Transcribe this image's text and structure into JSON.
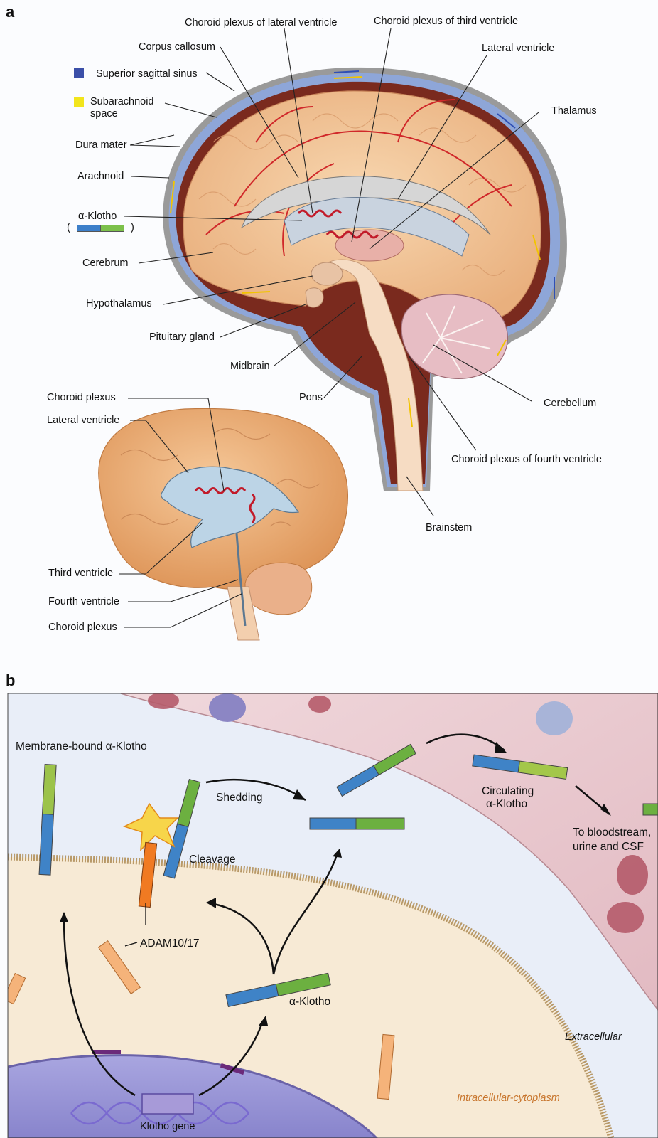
{
  "panel_a": {
    "letter": "a",
    "labels": {
      "choroid_lateral": "Choroid plexus of lateral ventricle",
      "choroid_third": "Choroid plexus of third ventricle",
      "corpus_callosum": "Corpus callosum",
      "lateral_ventricle": "Lateral ventricle",
      "superior_sagittal_sinus": "Superior sagittal sinus",
      "subarachnoid_1": "Subarachnoid",
      "subarachnoid_2": "space",
      "thalamus": "Thalamus",
      "dura_mater": "Dura mater",
      "arachnoid": "Arachnoid",
      "alpha_klotho": "α-Klotho",
      "paren_open": "(",
      "paren_close": ")",
      "cerebrum": "Cerebrum",
      "hypothalamus": "Hypothalamus",
      "pituitary": "Pituitary gland",
      "midbrain": "Midbrain",
      "pons": "Pons",
      "cerebellum": "Cerebellum",
      "choroid_fourth": "Choroid plexus of fourth ventricle",
      "brainstem": "Brainstem",
      "inset_choroid_top": "Choroid plexus",
      "inset_lateral": "Lateral ventricle",
      "inset_third": "Third ventricle",
      "inset_fourth": "Fourth ventricle",
      "inset_choroid_bottom": "Choroid plexus"
    },
    "colors": {
      "sinus_legend": "#3b4fa8",
      "subarachnoid_legend": "#f2e51c",
      "klotho_blue": "#3d7fc9",
      "klotho_green": "#7cc04a"
    }
  },
  "panel_b": {
    "letter": "b",
    "labels": {
      "membrane_bound": "Membrane-bound α-Klotho",
      "shedding": "Shedding",
      "cleavage": "Cleavage",
      "circulating_1": "Circulating",
      "circulating_2": "α-Klotho",
      "to_blood_1": "To  bloodstream,",
      "to_blood_2": "urine and CSF",
      "adam": "ADAM10/17",
      "alpha_klotho": "α-Klotho",
      "extracellular": "Extracellular",
      "intracellular": "Intracellular-cytoplasm",
      "klotho_gene": "Klotho gene"
    }
  }
}
